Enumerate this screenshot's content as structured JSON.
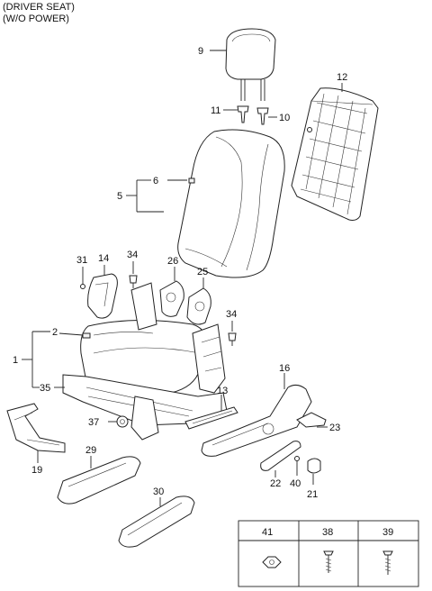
{
  "header": {
    "line1": "(DRIVER SEAT)",
    "line2": "(W/O POWER)"
  },
  "callouts": {
    "c1": "1",
    "c2": "2",
    "c5": "5",
    "c6": "6",
    "c9": "9",
    "c10": "10",
    "c11": "11",
    "c12": "12",
    "c13": "13",
    "c14": "14",
    "c16": "16",
    "c19": "19",
    "c21": "21",
    "c22": "22",
    "c23": "23",
    "c25": "25",
    "c26": "26",
    "c29": "29",
    "c30": "30",
    "c31": "31",
    "c34a": "34",
    "c34b": "34",
    "c35": "35",
    "c37": "37",
    "c40": "40"
  },
  "fastener_table": {
    "columns": [
      "41",
      "38",
      "39"
    ]
  }
}
